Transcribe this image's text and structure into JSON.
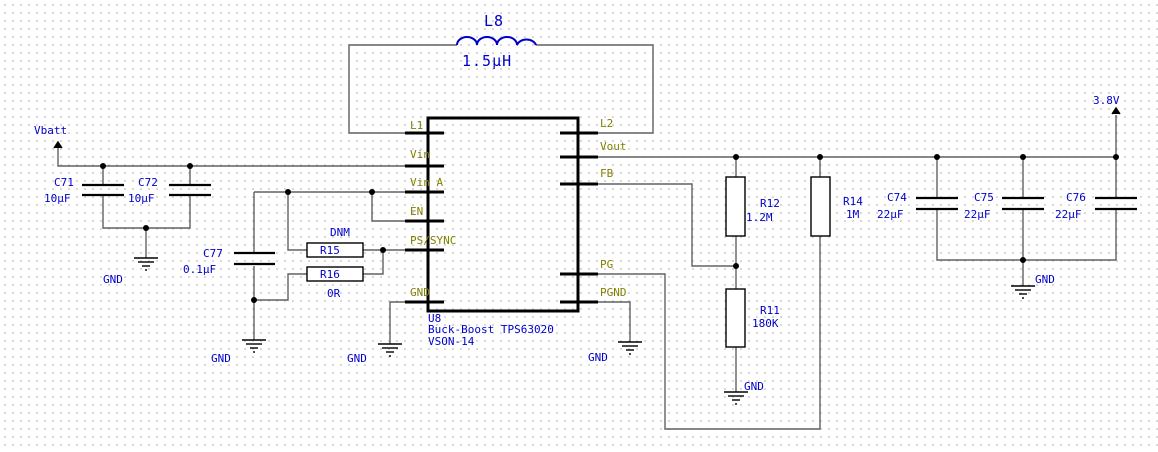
{
  "title": "",
  "inductor": {
    "ref": "L8",
    "value": "1.5μH"
  },
  "ic": {
    "ref": "U8",
    "name": "Buck-Boost TPS63020",
    "package": "VSON-14",
    "pins_left": [
      "L1",
      "Vin",
      "Vin A",
      "EN",
      "PS/SYNC",
      "GND"
    ],
    "pins_right": [
      "L2",
      "Vout",
      "FB",
      "PG",
      "PGND"
    ]
  },
  "resistors": [
    {
      "ref": "R15",
      "value": "DNM"
    },
    {
      "ref": "R16",
      "value": "0R"
    },
    {
      "ref": "R12",
      "value": "1.2M"
    },
    {
      "ref": "R11",
      "value": "180K"
    },
    {
      "ref": "R14",
      "value": "1M"
    }
  ],
  "capacitors": [
    {
      "ref": "C71",
      "value": "10μF"
    },
    {
      "ref": "C72",
      "value": "10μF"
    },
    {
      "ref": "C77",
      "value": "0.1μF"
    },
    {
      "ref": "C74",
      "value": "22μF"
    },
    {
      "ref": "C75",
      "value": "22μF"
    },
    {
      "ref": "C76",
      "value": "22μF"
    }
  ],
  "nets": {
    "vbatt": "Vbatt",
    "vout": "3.8V",
    "ground": "GND"
  },
  "colors": {
    "wire": "#606060",
    "label": "#0000cc",
    "pin_name": "#808000",
    "grid_dot": "#c4c4c4"
  }
}
